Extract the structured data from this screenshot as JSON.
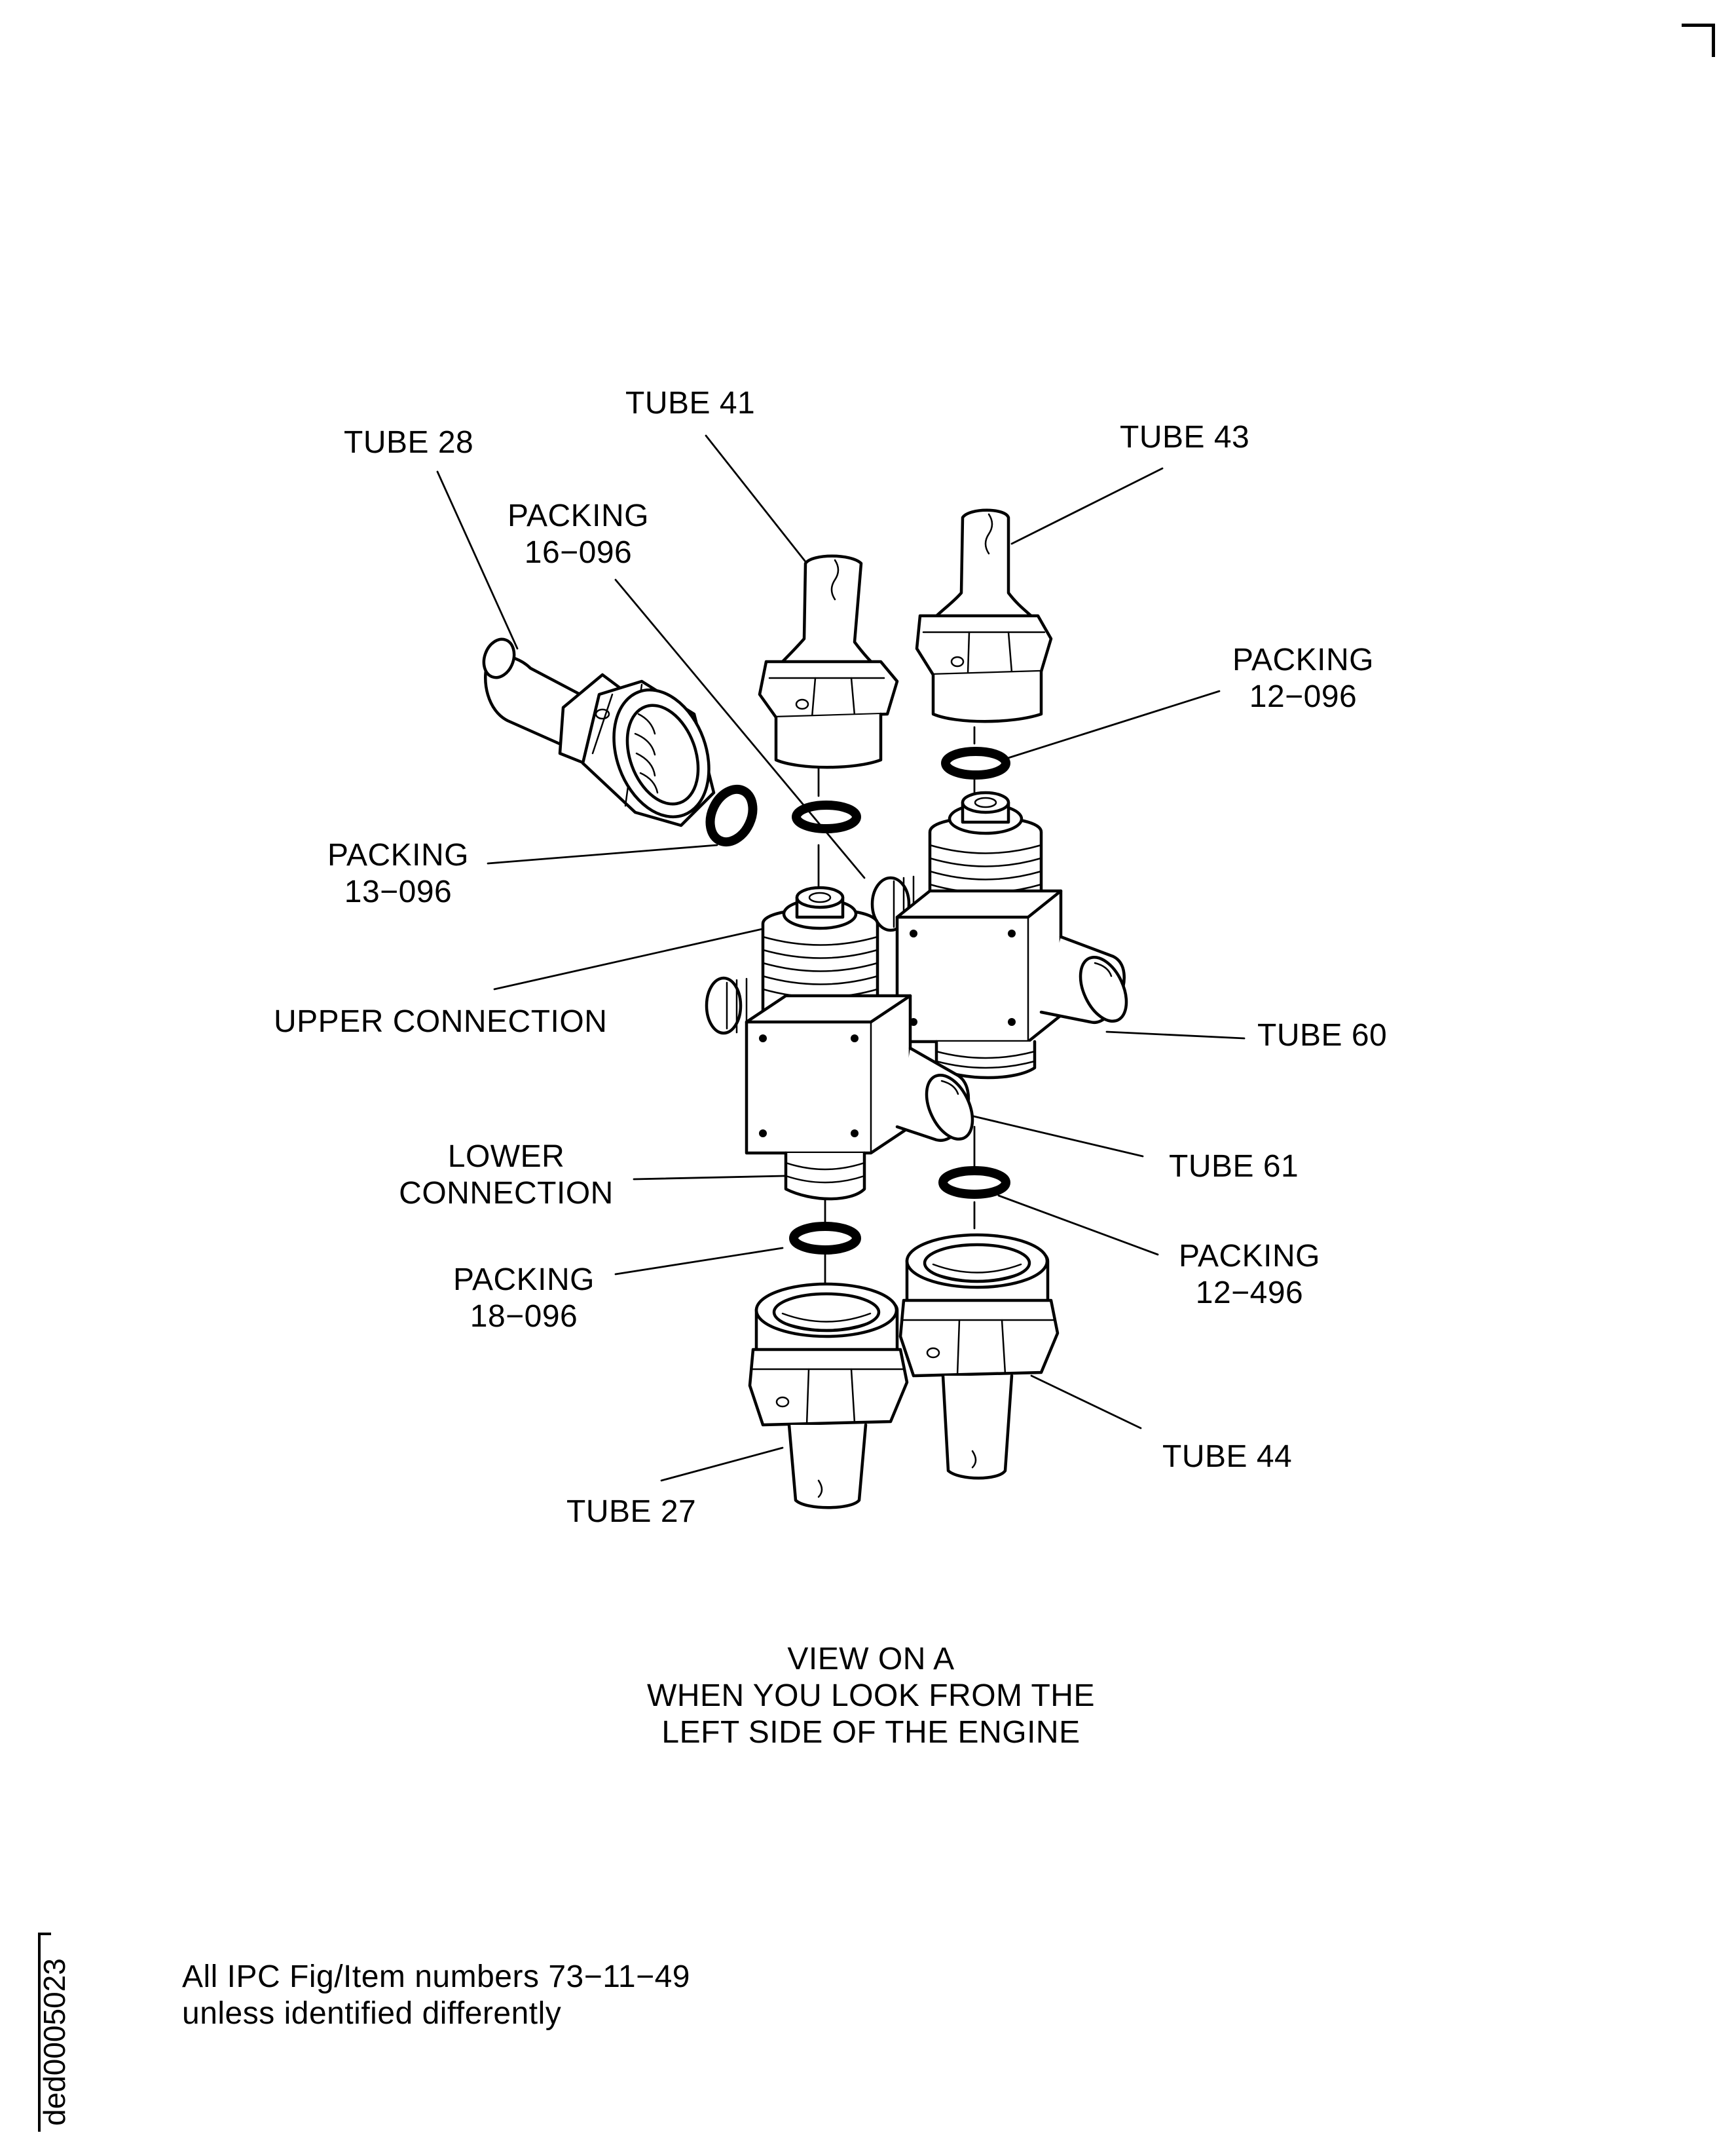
{
  "labels": {
    "tube_28": "TUBE 28",
    "tube_41": "TUBE 41",
    "tube_43": "TUBE 43",
    "packing_16_line1": "PACKING",
    "packing_16_line2": "16−096",
    "packing_12_096_line1": "PACKING",
    "packing_12_096_line2": "12−096",
    "packing_13_line1": "PACKING",
    "packing_13_line2": "13−096",
    "upper_connection": "UPPER CONNECTION",
    "tube_60": "TUBE 60",
    "lower_connection_line1": "LOWER",
    "lower_connection_line2": "CONNECTION",
    "tube_61": "TUBE 61",
    "packing_18_line1": "PACKING",
    "packing_18_line2": "18−096",
    "packing_12_496_line1": "PACKING",
    "packing_12_496_line2": "12−496",
    "tube_44": "TUBE 44",
    "tube_27": "TUBE 27"
  },
  "view_caption": {
    "line1": "VIEW ON A",
    "line2": "WHEN YOU LOOK FROM THE",
    "line3": "LEFT SIDE OF THE ENGINE"
  },
  "footnote": {
    "line1": "All IPC Fig/Item numbers 73−11−49",
    "line2": "unless identified differently"
  },
  "drawing_code": "ded0005023"
}
